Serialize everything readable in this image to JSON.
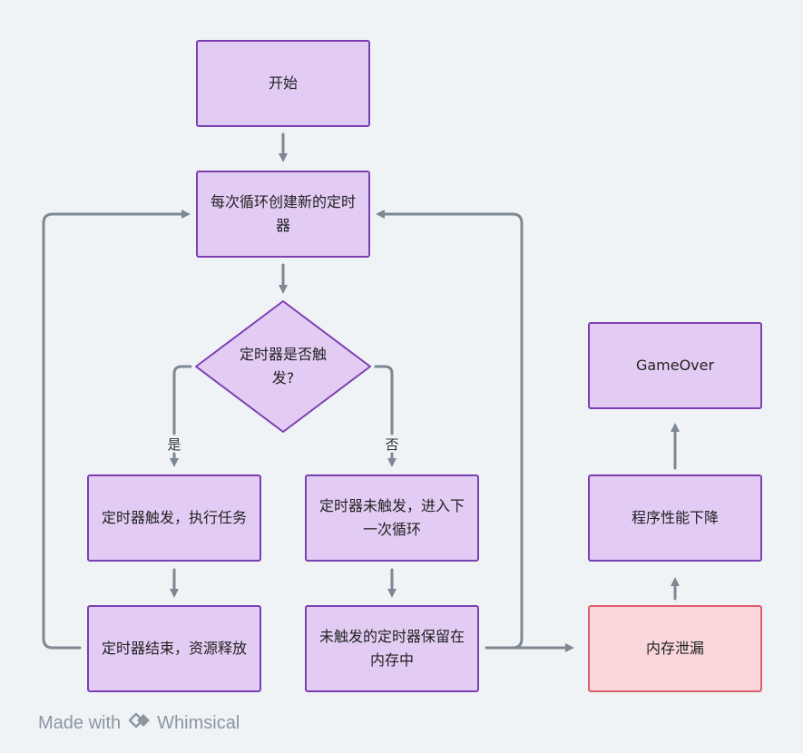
{
  "nodes": {
    "start": "开始",
    "create_timer": "每次循环创建新的定时器",
    "decision": "定时器是否触发?",
    "timer_fired": "定时器触发，执行任务",
    "timer_not_fired": "定时器未触发，进入下一次循环",
    "timer_ended": "定时器结束，资源释放",
    "timer_retained": "未触发的定时器保留在内存中",
    "memory_leak": "内存泄漏",
    "performance_drop": "程序性能下降",
    "game_over": "GameOver"
  },
  "edge_labels": {
    "yes": "是",
    "no": "否"
  },
  "watermark": {
    "prefix": "Made with",
    "brand": "Whimsical",
    "logo_icon": "whimsical-logo-icon"
  },
  "colors": {
    "node_fill": "#e3ccf4",
    "node_border": "#7c3fb3",
    "alert_fill": "#f8d6da",
    "alert_border": "#d9606d",
    "connector": "#7d8893",
    "background": "#f0f3f6"
  }
}
